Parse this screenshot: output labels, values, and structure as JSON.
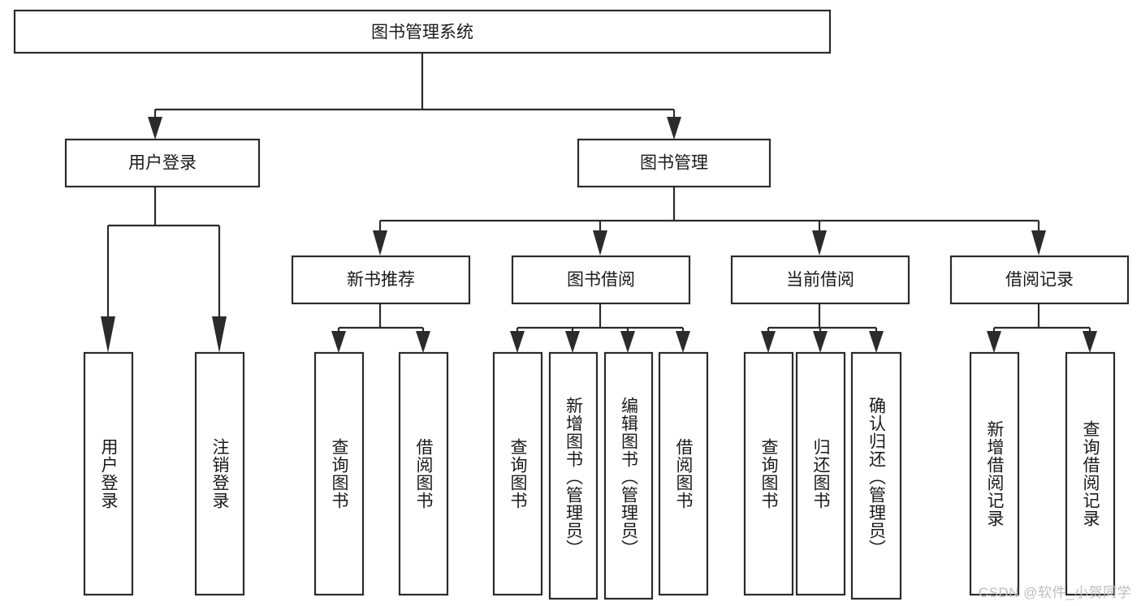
{
  "diagram": {
    "title": "图书管理系统",
    "watermark": "CSDN @软件_小贺同学",
    "colors": {
      "stroke": "#2b2b2b",
      "fill": "#ffffff",
      "text": "#1a1a1a",
      "watermark": "#bdbdbd"
    },
    "root": {
      "label": "图书管理系统"
    },
    "level2": [
      {
        "label": "用户登录"
      },
      {
        "label": "图书管理"
      }
    ],
    "level3": [
      {
        "label": "新书推荐"
      },
      {
        "label": "图书借阅"
      },
      {
        "label": "当前借阅"
      },
      {
        "label": "借阅记录"
      }
    ],
    "leaves": {
      "user_login": [
        {
          "label": "用户登录"
        },
        {
          "label": "注销登录"
        }
      ],
      "new_book_recommend": [
        {
          "label": "查询图书"
        },
        {
          "label": "借阅图书"
        }
      ],
      "book_borrow": [
        {
          "label": "查询图书"
        },
        {
          "label": "新增图书（管理员）"
        },
        {
          "label": "编辑图书（管理员）"
        },
        {
          "label": "借阅图书"
        }
      ],
      "current_borrow": [
        {
          "label": "查询图书"
        },
        {
          "label": "归还图书"
        },
        {
          "label": "确认归还（管理员）"
        }
      ],
      "borrow_record": [
        {
          "label": "新增借阅记录"
        },
        {
          "label": "查询借阅记录"
        }
      ]
    }
  }
}
